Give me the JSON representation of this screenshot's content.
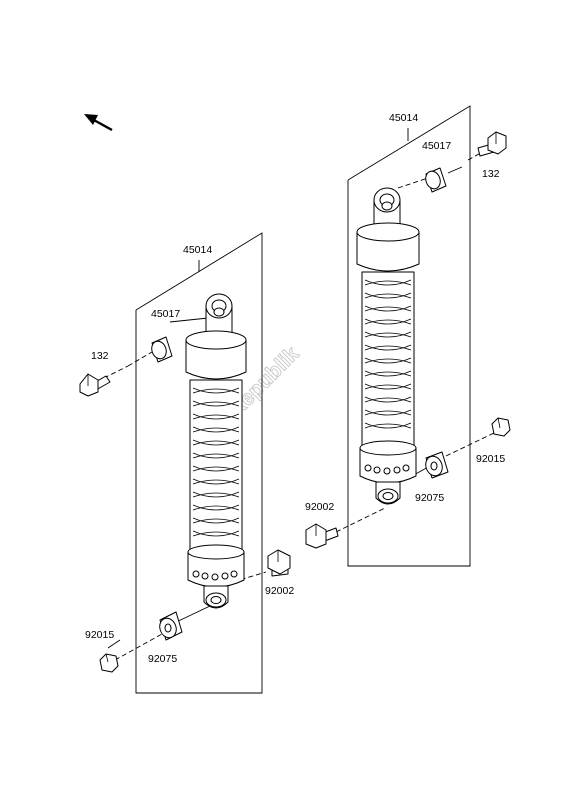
{
  "diagram": {
    "watermark": "PartsRepublik",
    "left_shock": {
      "assembly": "45014",
      "bushing_top": "45017",
      "bolt_top": "132",
      "bolt_bottom": "92002",
      "bushing_bottom": "92075",
      "nut_bottom": "92015"
    },
    "right_shock": {
      "assembly": "45014",
      "bushing_top": "45017",
      "bolt_top": "132",
      "bolt_bottom": "92002",
      "bushing_bottom": "92075",
      "nut_bottom": "92015"
    }
  }
}
